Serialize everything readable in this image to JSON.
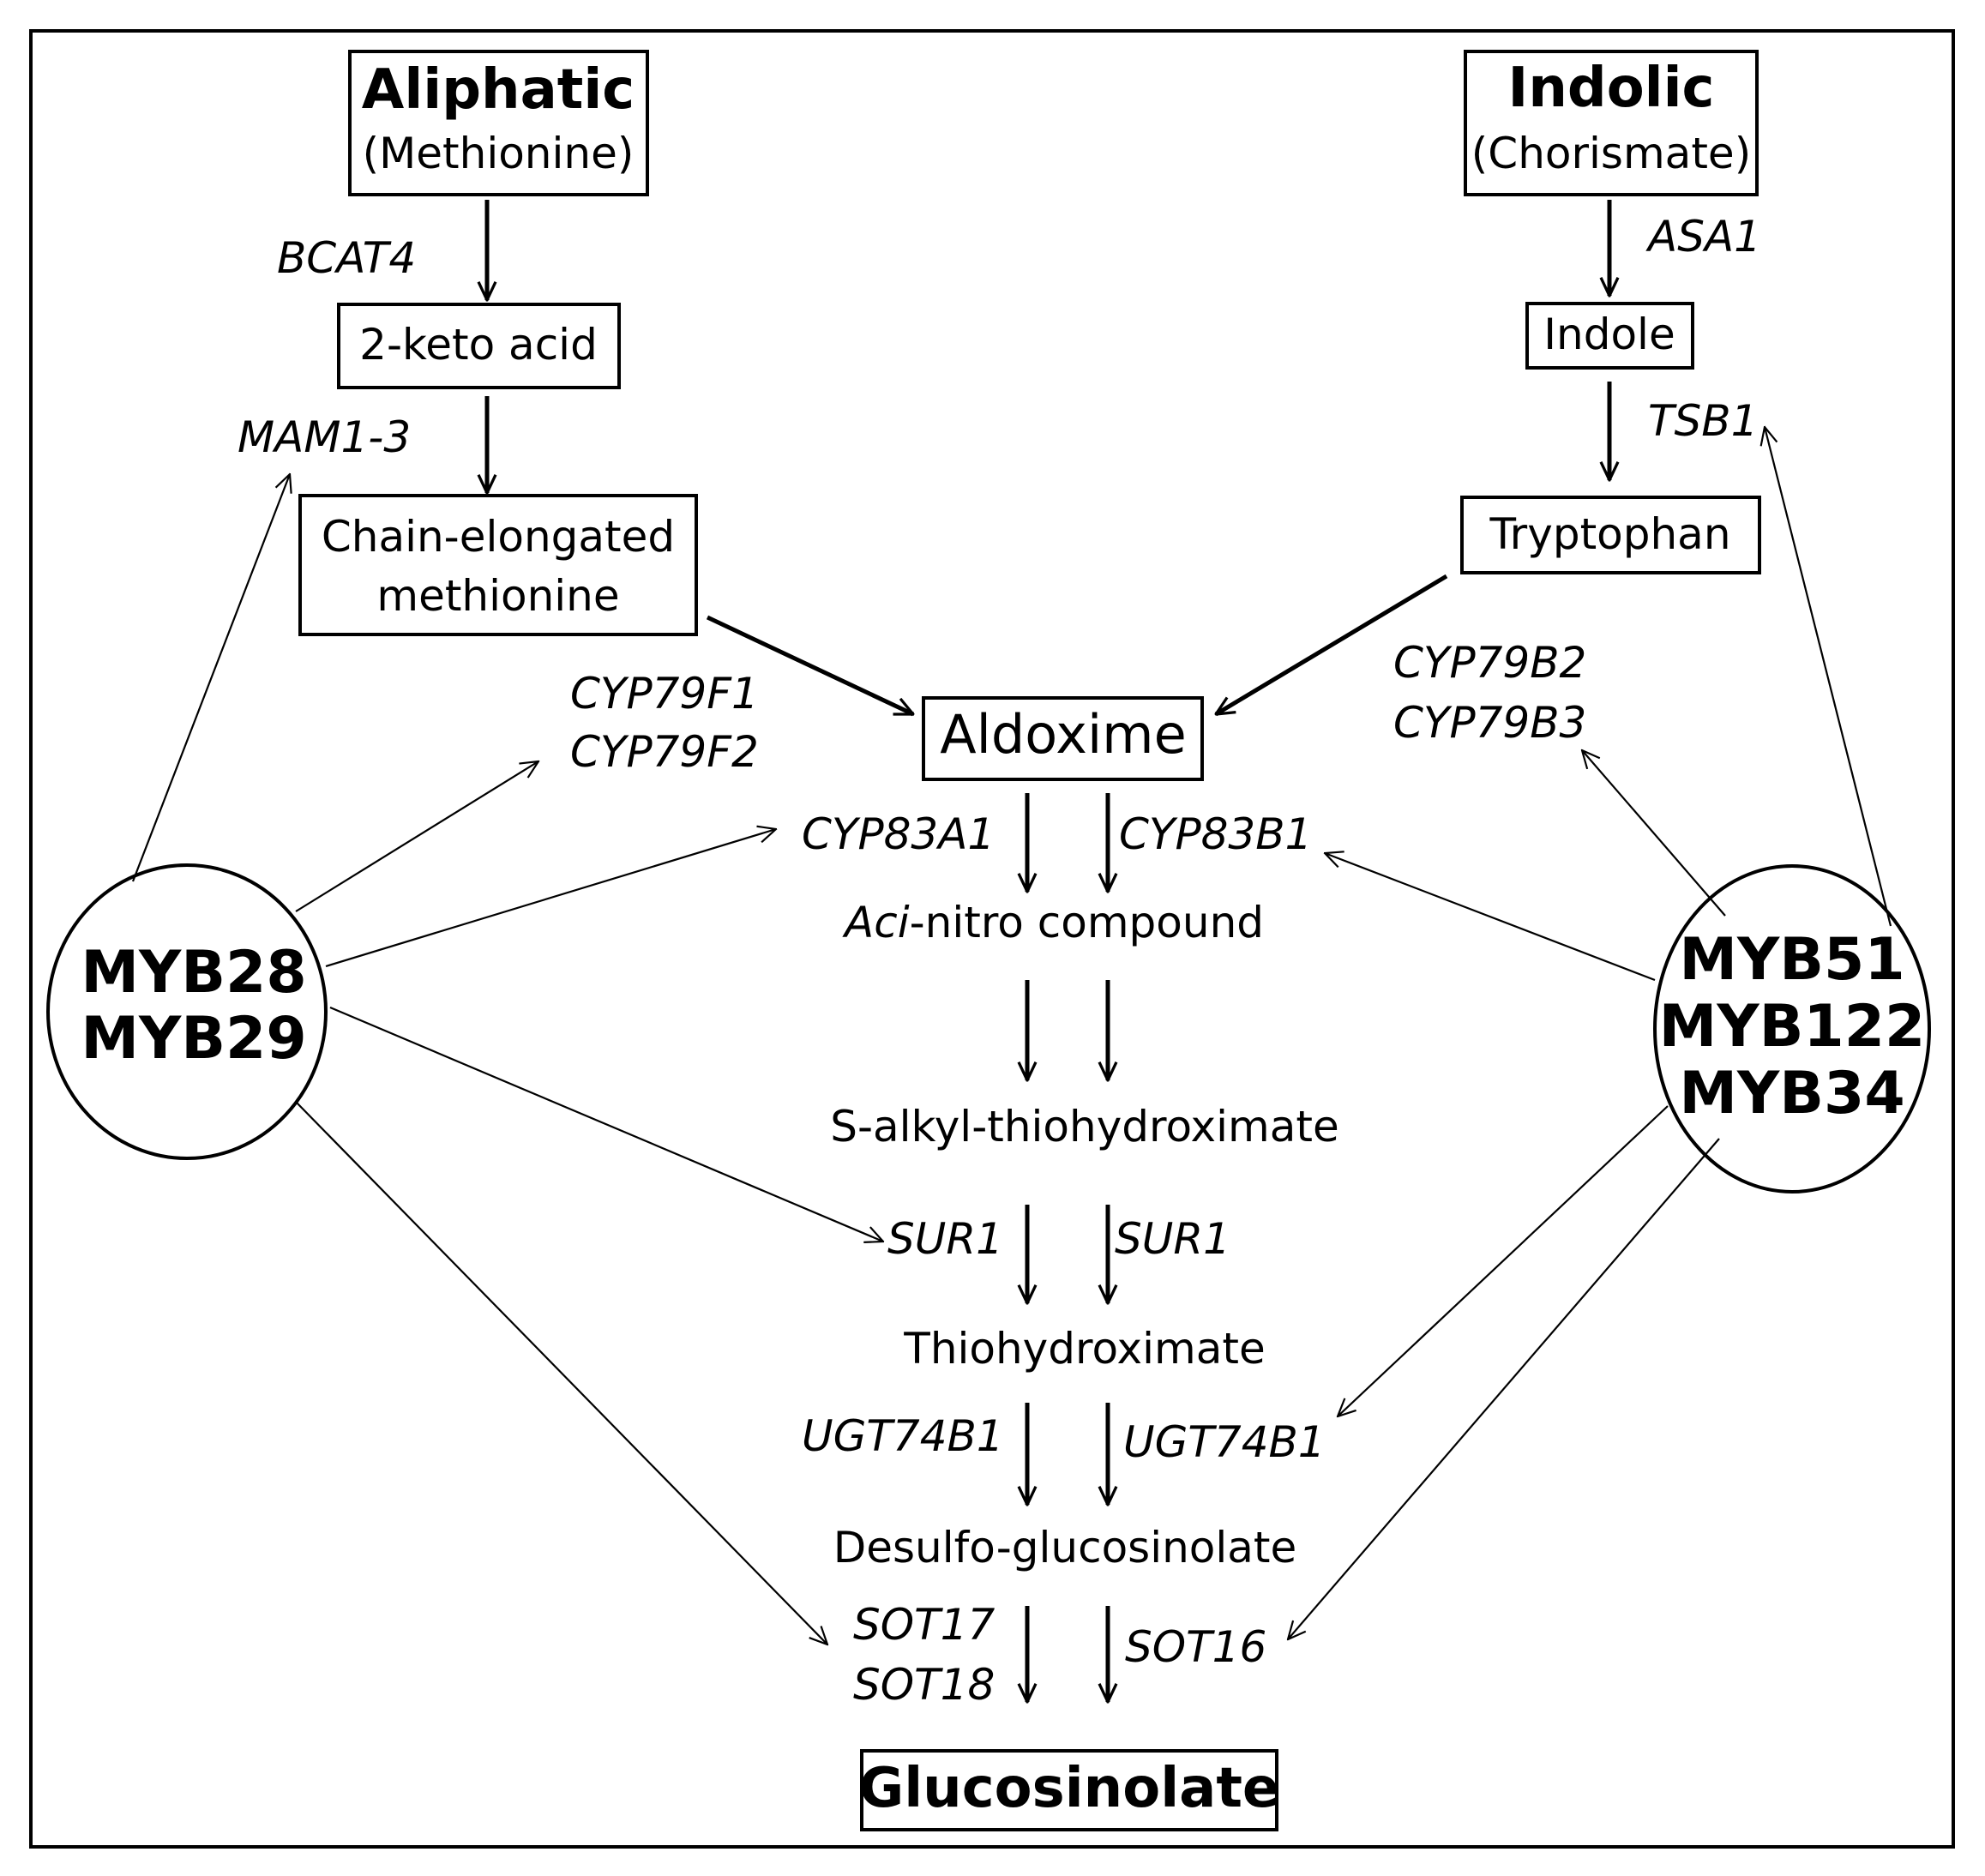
{
  "aliphatic": {
    "title": "Aliphatic",
    "subtitle": "(Methionine)"
  },
  "indolic": {
    "title": "Indolic",
    "subtitle": "(Chorismate)"
  },
  "nodes": {
    "keto_acid": "2-keto acid",
    "chain_line1": "Chain-elongated",
    "chain_line2": "methionine",
    "indole": "Indole",
    "tryptophan": "Tryptophan",
    "aldoxime": "Aldoxime",
    "aci_prefix": "Aci",
    "aci_suffix": "-nitro compound",
    "s_alkyl": "S-alkyl-thiohydroximate",
    "thiohydroximate": "Thiohydroximate",
    "desulfo": "Desulfo-glucosinolate",
    "glucosinolate": "Glucosinolate"
  },
  "genes": {
    "bcat4": "BCAT4",
    "mam": "MAM1-3",
    "asa1": "ASA1",
    "tsb1": "TSB1",
    "cyp79f1": "CYP79F1",
    "cyp79f2": "CYP79F2",
    "cyp79b2": "CYP79B2",
    "cyp79b3": "CYP79B3",
    "cyp83a1": "CYP83A1",
    "cyp83b1": "CYP83B1",
    "sur1_left": "SUR1",
    "sur1_right": "SUR1",
    "ugt_left": "UGT74B1",
    "ugt_right": "UGT74B1",
    "sot17": "SOT17",
    "sot18": "SOT18",
    "sot16": "SOT16"
  },
  "regulators": {
    "left": [
      "MYB28",
      "MYB29"
    ],
    "right": [
      "MYB51",
      "MYB122",
      "MYB34"
    ]
  }
}
